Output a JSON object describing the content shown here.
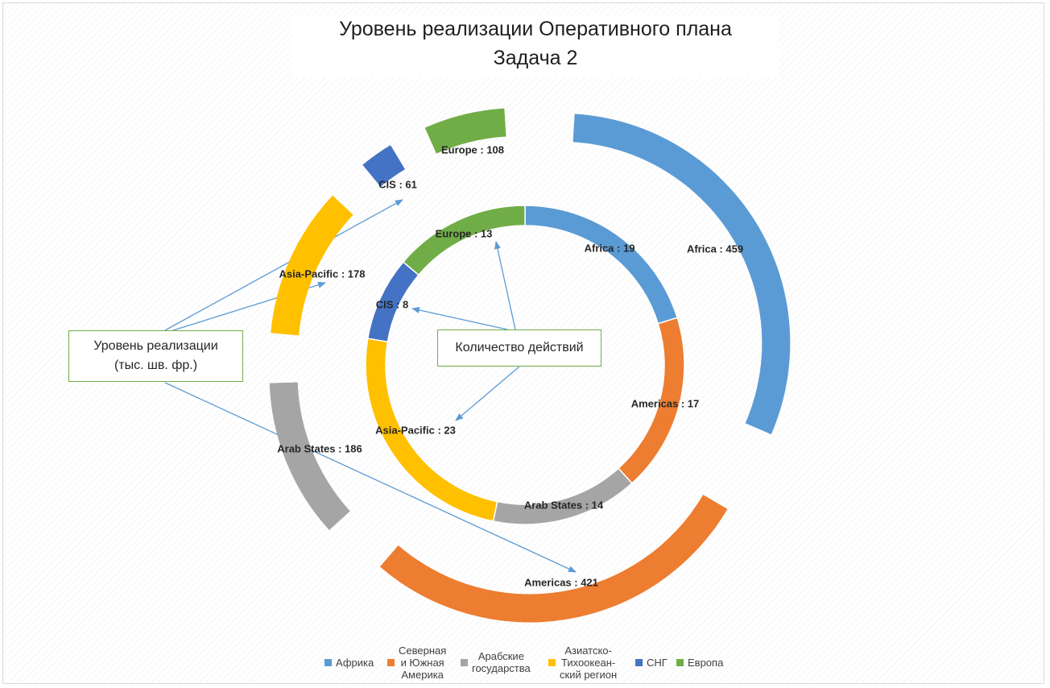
{
  "title": {
    "line1": "Уровень реализации Оперативного плана",
    "line2": "Задача 2"
  },
  "callouts": {
    "level": [
      "Уровень реализации",
      "(тыс. шв. фр.)"
    ],
    "count": "Количество действий"
  },
  "legend": [
    {
      "label": [
        "Африка"
      ],
      "color": "#5b9bd5"
    },
    {
      "label": [
        "Северная",
        "и Южная",
        "Америка"
      ],
      "color": "#ed7d31"
    },
    {
      "label": [
        "Арабские",
        "государства"
      ],
      "color": "#a5a5a5"
    },
    {
      "label": [
        "Азиатско-",
        "Тихоокеан-",
        "ский регион"
      ],
      "color": "#ffc000"
    },
    {
      "label": [
        "СНГ"
      ],
      "color": "#4472c4"
    },
    {
      "label": [
        "Европа"
      ],
      "color": "#70ad47"
    }
  ],
  "chart_data": {
    "type": "donut",
    "legend_position": "bottom",
    "categories": [
      "Africa",
      "Americas",
      "Arab States",
      "Asia-Pacific",
      "CIS",
      "Europe"
    ],
    "colors": [
      "#5b9bd5",
      "#ed7d31",
      "#a5a5a5",
      "#ffc000",
      "#4472c4",
      "#70ad47"
    ],
    "series": [
      {
        "values": [
          19,
          17,
          14,
          23,
          8,
          13
        ],
        "data_labels": [
          "Africa  : 19",
          "Americas : 17",
          "Arab States : 14",
          "Asia-Pacific : 23",
          "CIS : 8",
          "Europe : 13"
        ]
      },
      {
        "values": [
          459,
          421,
          186,
          178,
          61,
          108
        ],
        "data_labels": [
          "Africa  : 459",
          "Americas : 421",
          "Arab States : 186",
          "Asia-Pacific : 178",
          "CIS : 61",
          "Europe : 108"
        ]
      }
    ]
  }
}
